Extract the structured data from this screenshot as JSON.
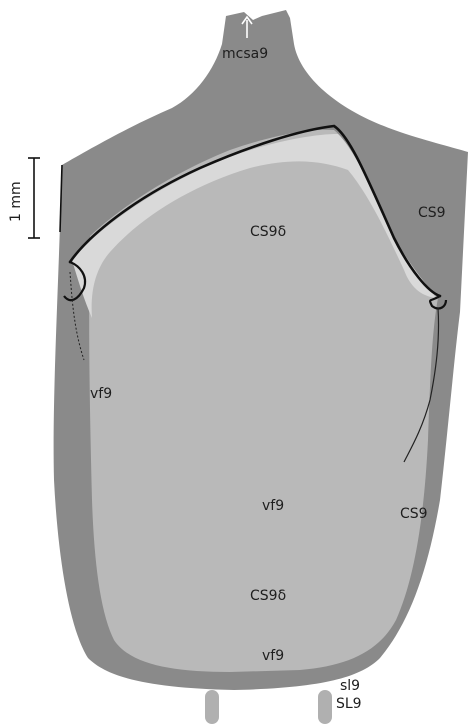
{
  "figure": {
    "scale_bar": {
      "label": "1 mm"
    },
    "labels": {
      "mcsa9": "mcsa9",
      "cs9_upper": "CS9",
      "cs9delta_upper": "CS9δ",
      "vf9_left": "vf9",
      "vf9_center": "vf9",
      "cs9_lower": "CS9",
      "cs9delta_lower": "CS9δ",
      "vf9_bottom": "vf9",
      "sl9_lower": "sl9",
      "sl9_upper": "SL9"
    },
    "colors": {
      "outer_sclerite": "#8a8a8a",
      "inner_plate": "#b9b9b9",
      "highlight": "#d9d9d9",
      "outline": "#111111"
    }
  }
}
